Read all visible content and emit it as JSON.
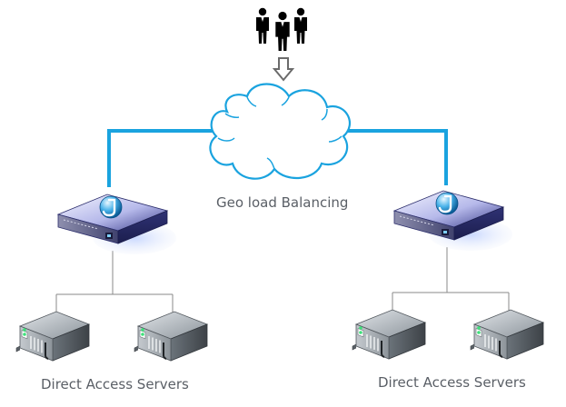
{
  "diagram": {
    "center_label": "Geo load Balancing",
    "left_cluster_label": "Direct Access Servers",
    "right_cluster_label": "Direct Access Servers",
    "icons": {
      "users": "users-icon",
      "arrow": "arrow-down-icon",
      "cloud": "cloud-icon",
      "balancer": "load-balancer-icon",
      "server": "server-icon"
    },
    "colors": {
      "link": "#1aa3df",
      "tree": "#8a8a8a",
      "device": "#3b3f86",
      "cloud_stroke": "#1aa3df"
    }
  }
}
